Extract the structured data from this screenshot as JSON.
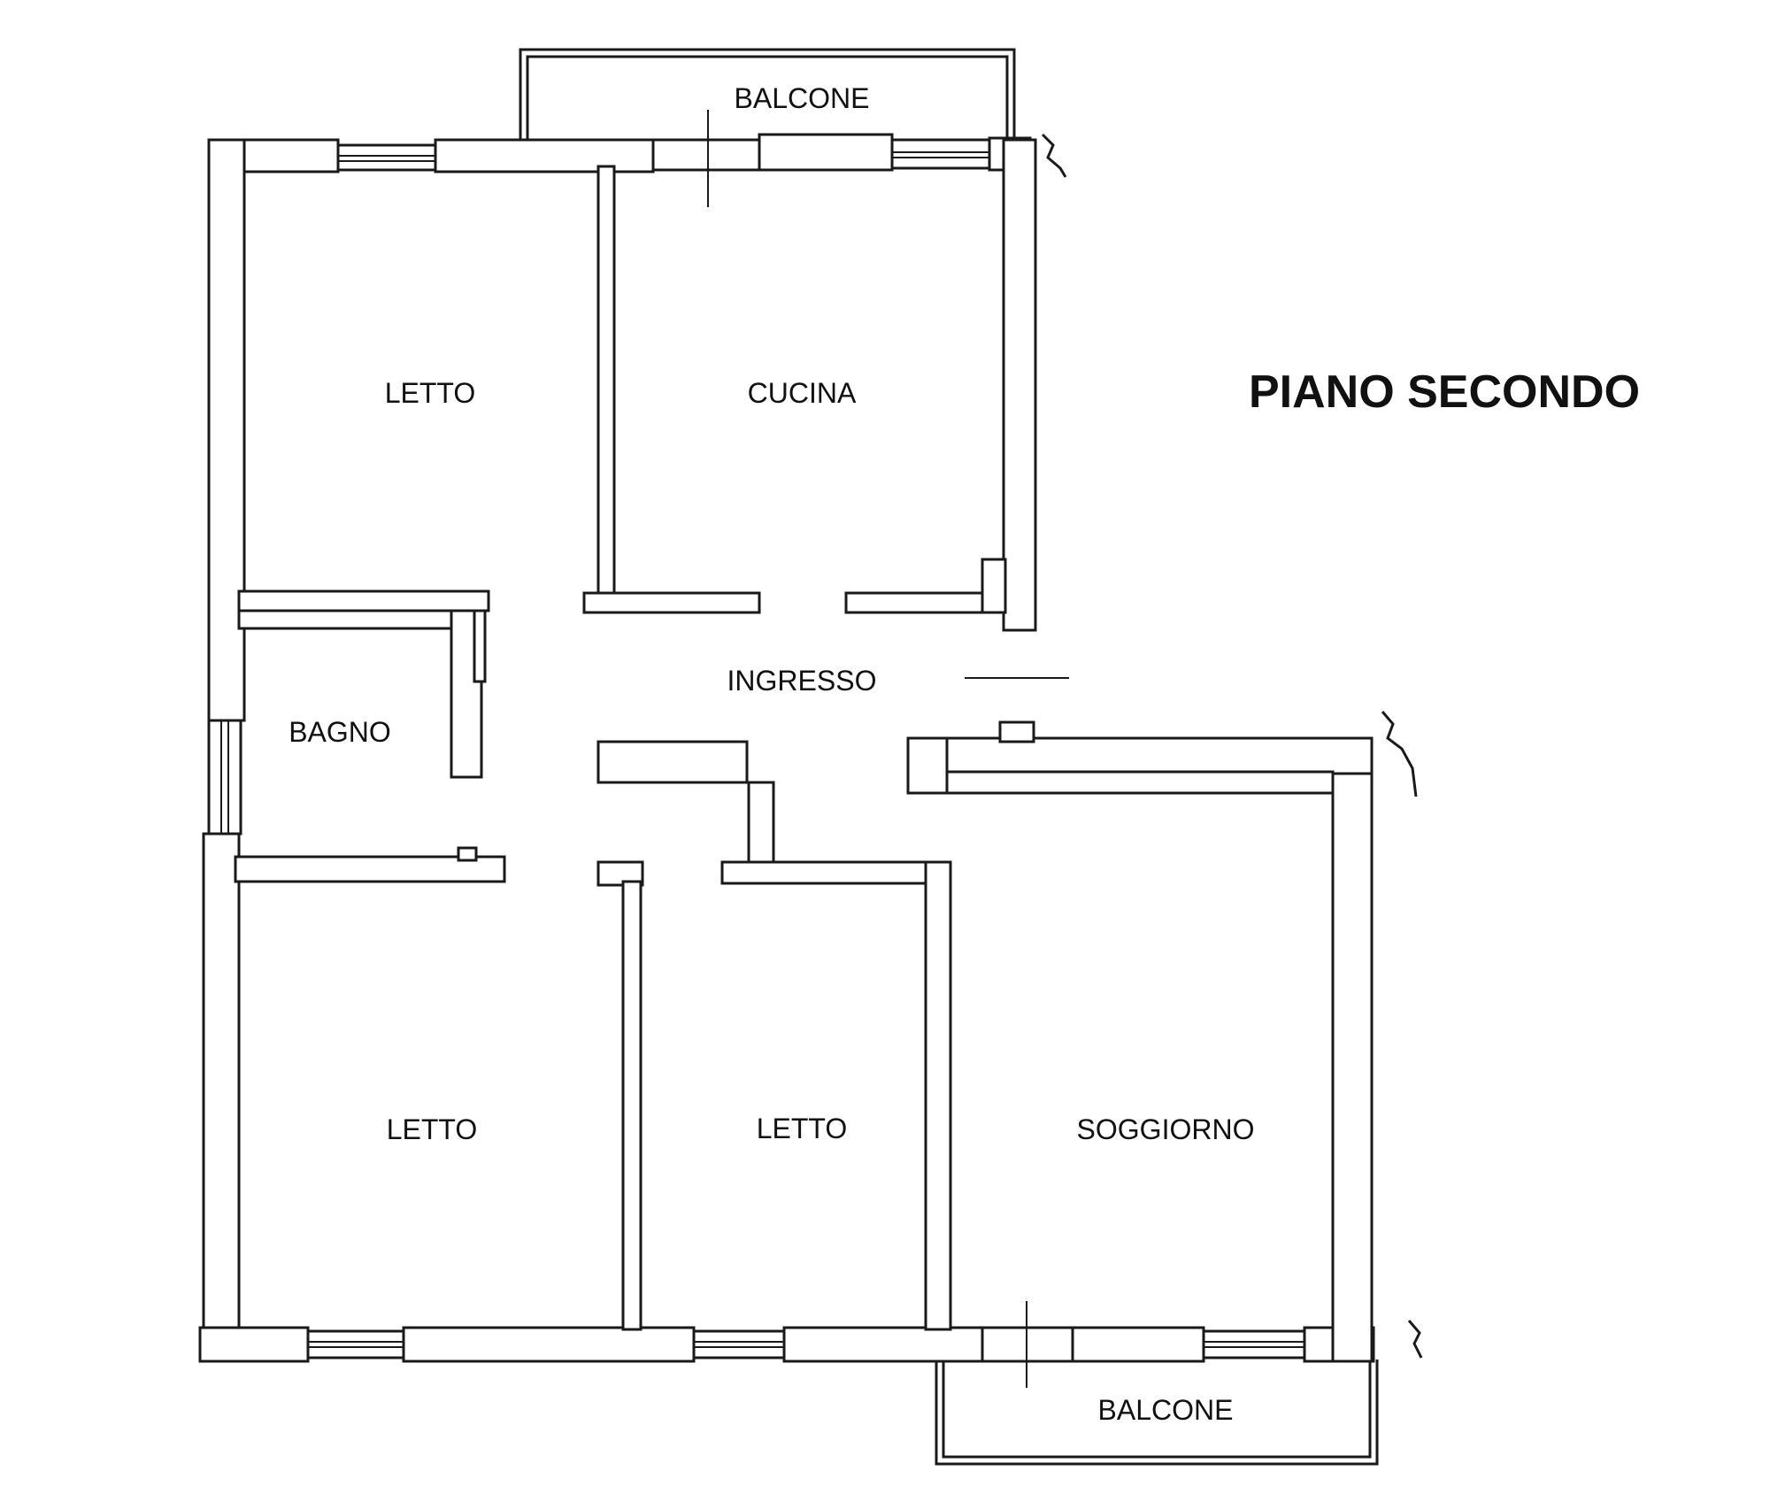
{
  "title": "PIANO SECONDO",
  "rooms": {
    "balcone_top": "BALCONE",
    "letto_top_left": "LETTO",
    "cucina": "CUCINA",
    "ingresso": "INGRESSO",
    "bagno": "BAGNO",
    "letto_bottom_left": "LETTO",
    "letto_bottom_middle": "LETTO",
    "soggiorno": "SOGGIORNO",
    "balcone_bottom": "BALCONE"
  },
  "colors": {
    "ink": "#1a1a1a",
    "background": "#ffffff"
  }
}
